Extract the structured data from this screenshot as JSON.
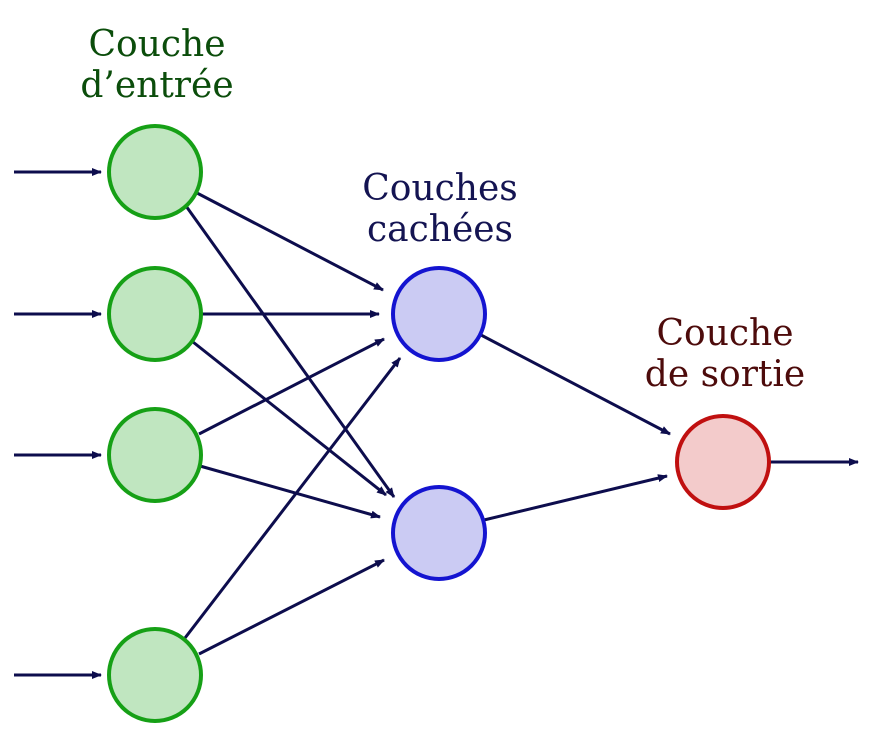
{
  "labels": {
    "input_line1": "Couche",
    "input_line2": "d’entrée",
    "hidden_line1": "Couches",
    "hidden_line2": "cachées",
    "output_line1": "Couche",
    "output_line2": "de sortie"
  },
  "colors": {
    "input_label": "#0b4d0b",
    "hidden_label": "#141452",
    "output_label": "#4d0b0b",
    "input_fill": "#c0e6c0",
    "input_stroke": "#16a016",
    "hidden_fill": "#cbcbf3",
    "hidden_stroke": "#1414d0",
    "output_fill": "#f3cbcb",
    "output_stroke": "#c01010",
    "edge": "#0d0d4d"
  },
  "network": {
    "input_nodes": 4,
    "hidden_nodes": 2,
    "output_nodes": 1,
    "connections": "fully-connected"
  }
}
